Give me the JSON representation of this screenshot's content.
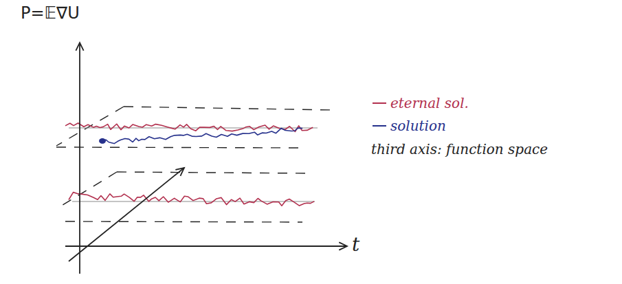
{
  "diagram": {
    "labels": [
      "P=𝔼∇U",
      "t",
      "third axis: function space"
    ],
    "legend": [
      {
        "text": "eternal sol."
      },
      {
        "text": "solution"
      }
    ]
  }
}
